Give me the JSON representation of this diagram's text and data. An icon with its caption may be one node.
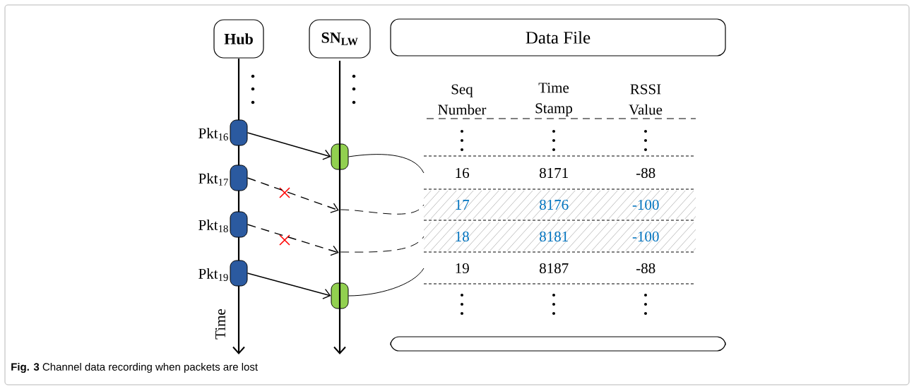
{
  "diagram": {
    "caption": "**Fig. 3** Channel data recording when packets are lost",
    "nodes": [
      {
        "text": [
          "Hub"
        ]
      },
      {
        "text": [
          "SN$_{LW}$"
        ]
      },
      {
        "text": [
          "Data File"
        ]
      },
      {
        "text": [],
        "shape": "box"
      },
      {
        "text": [],
        "shape": "capsule",
        "beside": [
          "Pkt$_{16}$"
        ]
      },
      {
        "text": [],
        "shape": "capsule",
        "beside": [
          "Pkt$_{17}$"
        ]
      },
      {
        "text": [],
        "shape": "capsule",
        "beside": [
          "Pkt$_{18}$"
        ]
      },
      {
        "text": [],
        "shape": "capsule",
        "beside": [
          "Pkt$_{19}$"
        ]
      },
      {
        "text": [],
        "shape": "capsule"
      },
      {
        "text": [],
        "shape": "capsule"
      },
      {
        "text": [
          "16",
          "8171",
          "-88"
        ]
      },
      {
        "text": [
          "17",
          "8176",
          "-100"
        ]
      },
      {
        "text": [
          "18",
          "8181",
          "-100"
        ]
      },
      {
        "text": [
          "19",
          "8187",
          "-88"
        ]
      },
      {
        "text": [],
        "shape": "bar"
      }
    ],
    "edges": [
      {
        "from": 4,
        "to": 8,
        "arrow": "to"
      },
      {
        "from": 5,
        "to": 14,
        "arrow": "to",
        "style": "dashed"
      },
      {
        "from": 6,
        "to": 14,
        "arrow": "to",
        "style": "dashed"
      },
      {
        "from": 7,
        "to": 9,
        "arrow": "to"
      },
      {
        "from": 8,
        "to": 10,
        "arrow": "none"
      },
      {
        "from": 14,
        "to": 11,
        "arrow": "none",
        "style": "dashed"
      },
      {
        "from": 14,
        "to": 12,
        "arrow": "none",
        "style": "dashed"
      },
      {
        "from": 9,
        "to": 13,
        "arrow": "none"
      }
    ],
    "labels": [
      "Seq Number",
      "Time Stamp",
      "RSSI Value",
      "Time"
    ]
  }
}
